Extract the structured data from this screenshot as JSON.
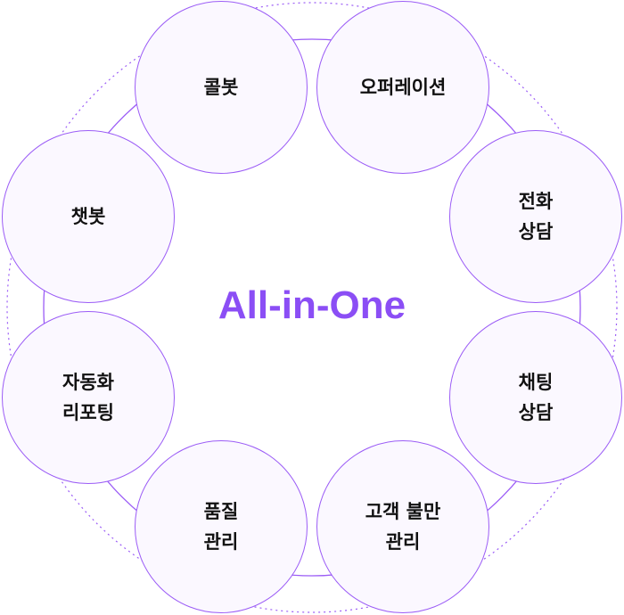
{
  "title": "All-in-One",
  "colors": {
    "accent": "#8b4ef5",
    "circle_border": "#9b5cf6",
    "circle_fill": "#fbf8ff"
  },
  "nodes": [
    {
      "lines": [
        "콜봇"
      ]
    },
    {
      "lines": [
        "오퍼레이션"
      ]
    },
    {
      "lines": [
        "전화",
        "상담"
      ]
    },
    {
      "lines": [
        "채팅",
        "상담"
      ]
    },
    {
      "lines": [
        "고객 불만",
        "관리"
      ]
    },
    {
      "lines": [
        "품질",
        "관리"
      ]
    },
    {
      "lines": [
        "자동화",
        "리포팅"
      ]
    },
    {
      "lines": [
        "챗봇"
      ]
    }
  ]
}
